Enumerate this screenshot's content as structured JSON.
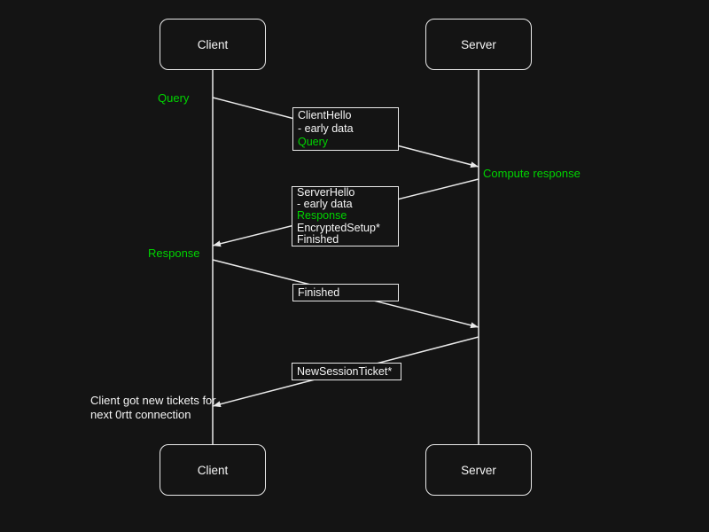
{
  "colors": {
    "background": "#141414",
    "stroke": "#e9e9e9",
    "text": "#f5f5f5",
    "accent_green": "#00d400"
  },
  "actors": {
    "top_left": "Client",
    "top_right": "Server",
    "bottom_left": "Client",
    "bottom_right": "Server"
  },
  "boxes": [
    {
      "lines": [
        "ClientHello",
        "- early data",
        "Query"
      ]
    },
    {
      "lines": [
        "ServerHello",
        "- early data",
        "Response",
        "EncryptedSetup*",
        "Finished"
      ]
    },
    {
      "lines": [
        "Finished"
      ]
    },
    {
      "lines": [
        "NewSessionTicket*"
      ]
    }
  ],
  "side_labels": [
    {
      "text": "Query"
    },
    {
      "text": "Compute response"
    },
    {
      "text": "Response"
    }
  ],
  "note": {
    "line_1": "Client got new tickets for",
    "line_2": "next 0rtt connection"
  }
}
